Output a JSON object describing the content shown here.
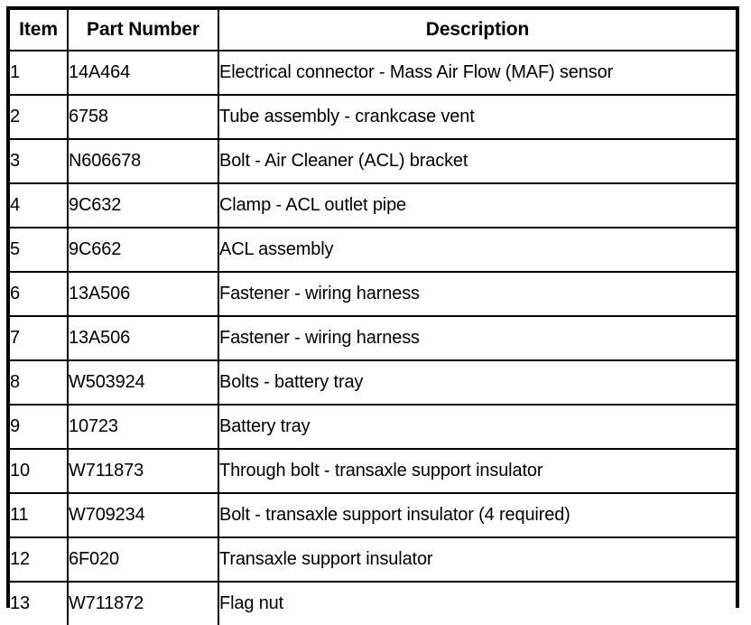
{
  "table": {
    "name": "parts-list-table",
    "columns": [
      {
        "key": "item",
        "label": "Item"
      },
      {
        "key": "part",
        "label": "Part Number"
      },
      {
        "key": "desc",
        "label": "Description"
      }
    ],
    "rows": [
      {
        "item": "1",
        "part": "14A464",
        "desc": "Electrical connector - Mass Air Flow (MAF) sensor"
      },
      {
        "item": "2",
        "part": "6758",
        "desc": "Tube assembly - crankcase vent"
      },
      {
        "item": "3",
        "part": "N606678",
        "desc": "Bolt - Air Cleaner (ACL) bracket"
      },
      {
        "item": "4",
        "part": "9C632",
        "desc": "Clamp - ACL outlet pipe"
      },
      {
        "item": "5",
        "part": "9C662",
        "desc": "ACL assembly"
      },
      {
        "item": "6",
        "part": "13A506",
        "desc": "Fastener - wiring harness"
      },
      {
        "item": "7",
        "part": "13A506",
        "desc": "Fastener - wiring harness"
      },
      {
        "item": "8",
        "part": "W503924",
        "desc": "Bolts - battery tray"
      },
      {
        "item": "9",
        "part": "10723",
        "desc": "Battery tray"
      },
      {
        "item": "10",
        "part": "W711873",
        "desc": "Through bolt - transaxle support insulator"
      },
      {
        "item": "11",
        "part": "W709234",
        "desc": "Bolt - transaxle support insulator (4 required)"
      },
      {
        "item": "12",
        "part": "6F020",
        "desc": "Transaxle support insulator"
      },
      {
        "item": "13",
        "part": "W711872",
        "desc": "Flag nut"
      }
    ]
  },
  "colors": {
    "background": "#ffffff",
    "text": "#000000",
    "border": "#000000"
  }
}
